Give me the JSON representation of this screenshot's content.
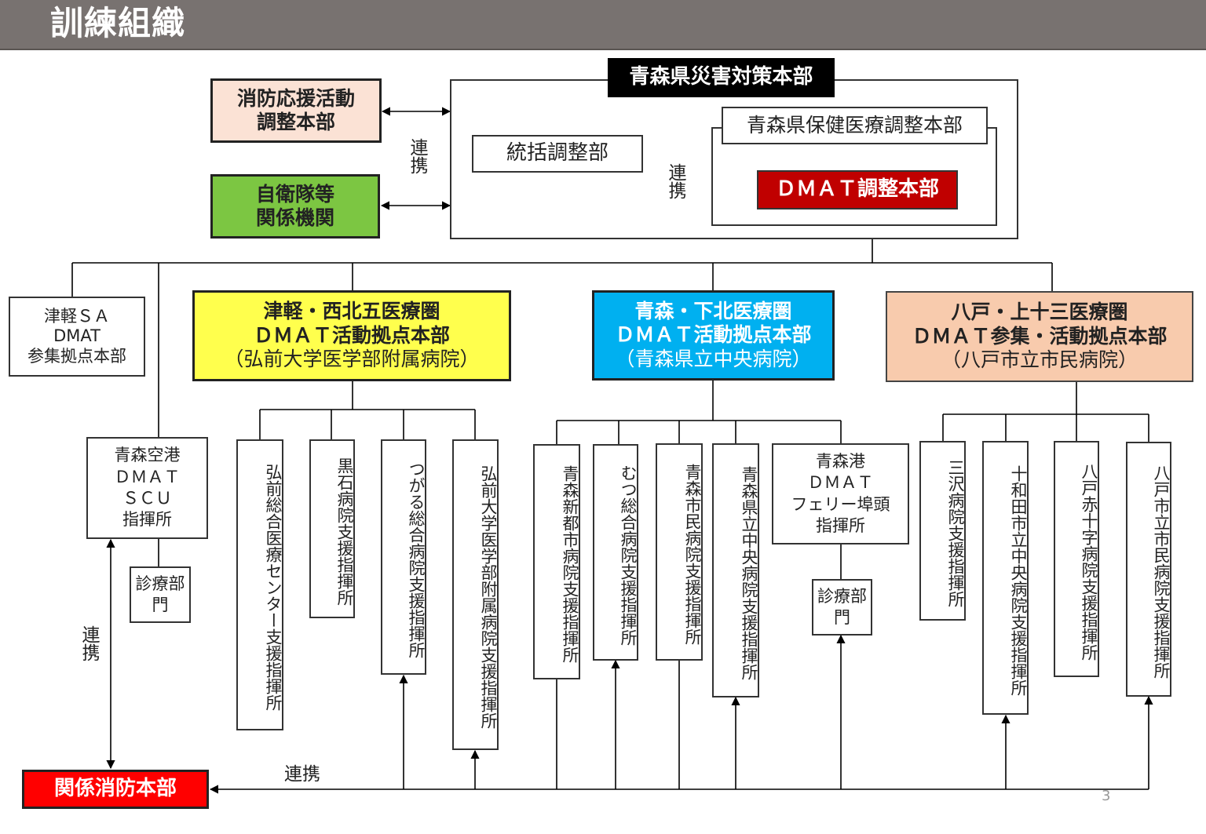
{
  "header": {
    "title": "訓練組織"
  },
  "colors": {
    "header_bg": "#787270",
    "fire_peach": "#fbe2d5",
    "sdf_green": "#7cc642",
    "dmat_red": "#c00000",
    "tsugaru_yellow": "#ffff4d",
    "aomori_blue": "#00b0f0",
    "hachinohe_peach": "#f8cbad",
    "fire_hq_red": "#ff0000"
  },
  "top": {
    "aomori_hq": "青森県災害対策本部",
    "fire_support": [
      "消防応援活動",
      "調整本部"
    ],
    "sdf": [
      "自衛隊等",
      "関係機関"
    ],
    "coord_dept": "統括調整部",
    "health_hq": "青森県保健医療調整本部",
    "dmat_hq": "ＤＭＡＴ調整本部",
    "renkei": "連携"
  },
  "regions": {
    "tsugaru": [
      "津軽・西北五医療圏",
      "ＤＭＡＴ活動拠点本部",
      "（弘前大学医学部附属病院）"
    ],
    "aomori": [
      "青森・下北医療圏",
      "ＤＭＡＴ活動拠点本部",
      "（青森県立中央病院）"
    ],
    "hachinohe": [
      "八戸・上十三医療圏",
      "ＤＭＡＴ参集・活動拠点本部",
      "（八戸市立市民病院）"
    ]
  },
  "sa": [
    "津軽ＳＡ",
    "DMAT",
    "参集拠点本部"
  ],
  "airport": [
    "青森空港",
    "ＤＭＡＴ",
    "ＳＣＵ",
    "指揮所"
  ],
  "ferry": [
    "青森港",
    "ＤＭＡＴ",
    "フェリー埠頭",
    "指揮所"
  ],
  "clinic": "診療部門",
  "tsugaru_posts": [
    "弘前総合医療センター支援指揮所",
    "黒石病院支援指揮所",
    "つがる総合病院支援指揮所",
    "弘前大学医学部附属病院支援指揮所"
  ],
  "aomori_posts": [
    "青森新都市病院支援指揮所",
    "むつ総合病院支援指揮所",
    "青森市民病院支援指揮所",
    "青森県立中央病院支援指揮所"
  ],
  "hachinohe_posts": [
    "三沢病院支援指揮所",
    "十和田市立中央病院支援指揮所",
    "八戸赤十字病院支援指揮所",
    "八戸市立市民病院支援指揮所"
  ],
  "fire_hq": "関係消防本部",
  "page_number": "3"
}
